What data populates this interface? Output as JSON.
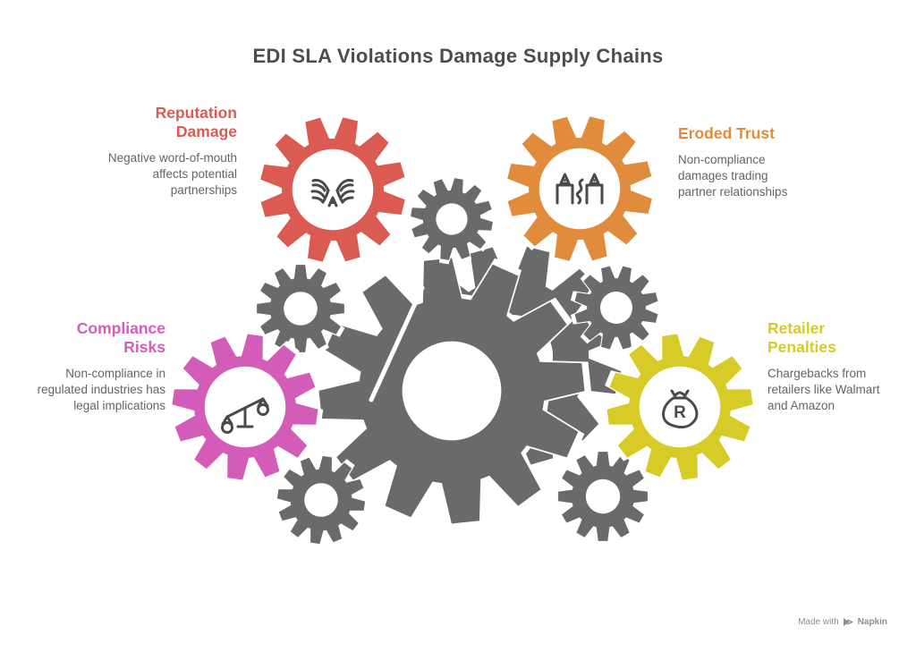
{
  "title": "EDI SLA Violations Damage Supply Chains",
  "colors": {
    "title_text": "#4D4D4D",
    "body_text": "#646464",
    "icon_stroke": "#4A4A4A",
    "watermark_text": "#8E8E8E",
    "background": "#FFFFFF"
  },
  "gears": {
    "gray": "#6A6A6A",
    "outline": "#FFFFFF"
  },
  "sections": {
    "reputation": {
      "heading": "Reputation Damage",
      "body": "Negative word-of-mouth affects potential partnerships",
      "color": "#DB5B53",
      "icon": "arguing-hands-icon"
    },
    "trust": {
      "heading": "Eroded Trust",
      "body": "Non-compliance damages trading partner relationships",
      "color": "#E08C3C",
      "icon": "broken-partnership-icon"
    },
    "compliance": {
      "heading": "Compliance Risks",
      "body": "Non-compliance in regulated industries has legal implications",
      "color": "#D45CB9",
      "icon": "justice-scale-icon"
    },
    "retailer": {
      "heading": "Retailer Penalties",
      "body": "Chargebacks from retailers like Walmart and Amazon",
      "color": "#D6CB27",
      "icon": "money-bag-icon",
      "currency_letter": "R"
    }
  },
  "watermark": {
    "made_with": "Made with",
    "brand": "Napkin"
  }
}
